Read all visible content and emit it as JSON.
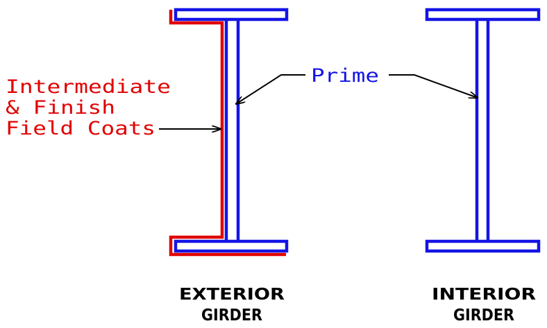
{
  "colors": {
    "prime": "#1414e6",
    "field_coats": "#e00000",
    "leader": "#000000",
    "background": "#ffffff"
  },
  "labels": {
    "intermediate_line1": "Intermediate",
    "intermediate_line2": "& Finish",
    "intermediate_line3": "Field Coats",
    "prime": "Prime"
  },
  "girders": {
    "exterior_line1": "EXTERIOR",
    "exterior_line2": "GIRDER",
    "interior_line1": "INTERIOR",
    "interior_line2": "GIRDER"
  }
}
